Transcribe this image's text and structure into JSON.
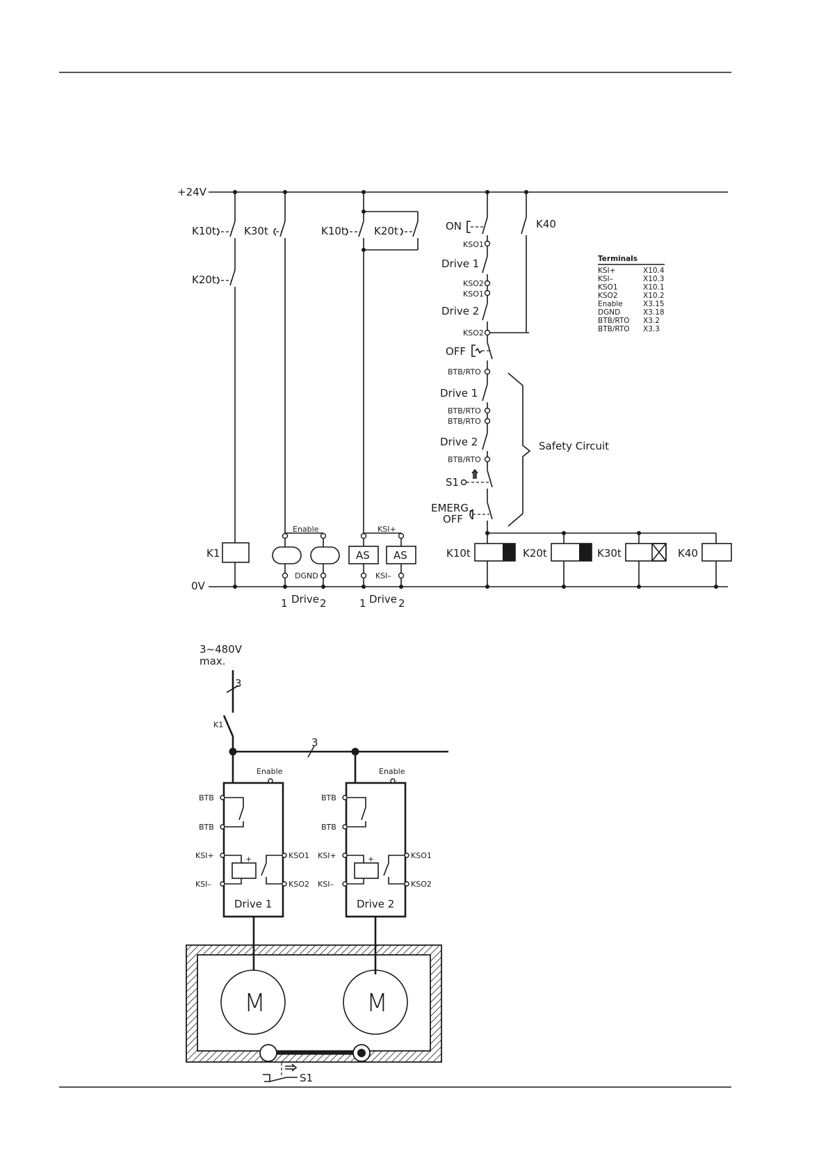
{
  "rails": {
    "top": "+24V",
    "bottom": "0V"
  },
  "relays": {
    "k10t": "K10t",
    "k20t": "K20t",
    "k30t": "K30t",
    "k40": "K40",
    "k1": "K1"
  },
  "drives": {
    "drive": "Drive",
    "one": "1",
    "two": "2",
    "drive1": "Drive 1",
    "drive2": "Drive 2"
  },
  "terminals": {
    "enable": "Enable",
    "dgnd": "DGND",
    "ksi_plus": "KSI+",
    "ksi_minus": "KSI–",
    "kso1": "KSO1",
    "kso2": "KSO2",
    "btb_rto": "BTB/RTO",
    "btb": "BTB"
  },
  "controls": {
    "on": "ON",
    "off": "OFF",
    "s1": "S1",
    "emerg": "EMERG.",
    "emerg_off": "OFF",
    "as": "AS"
  },
  "safety_circuit": "Safety Circuit",
  "terminals_table": {
    "title": "Terminals",
    "rows": [
      [
        "KSI+",
        "X10.4"
      ],
      [
        "KSI–",
        "X10.3"
      ],
      [
        "KSO1",
        "X10.1"
      ],
      [
        "KSO2",
        "X10.2"
      ],
      [
        "Enable",
        "X3.15"
      ],
      [
        "DGND",
        "X3.18"
      ],
      [
        "BTB/RTO",
        "X3.2"
      ],
      [
        "BTB/RTO",
        "X3.3"
      ]
    ]
  },
  "power": {
    "supply_line1": "3~480V",
    "supply_line2": "max.",
    "phases": "3",
    "motor": "M"
  }
}
